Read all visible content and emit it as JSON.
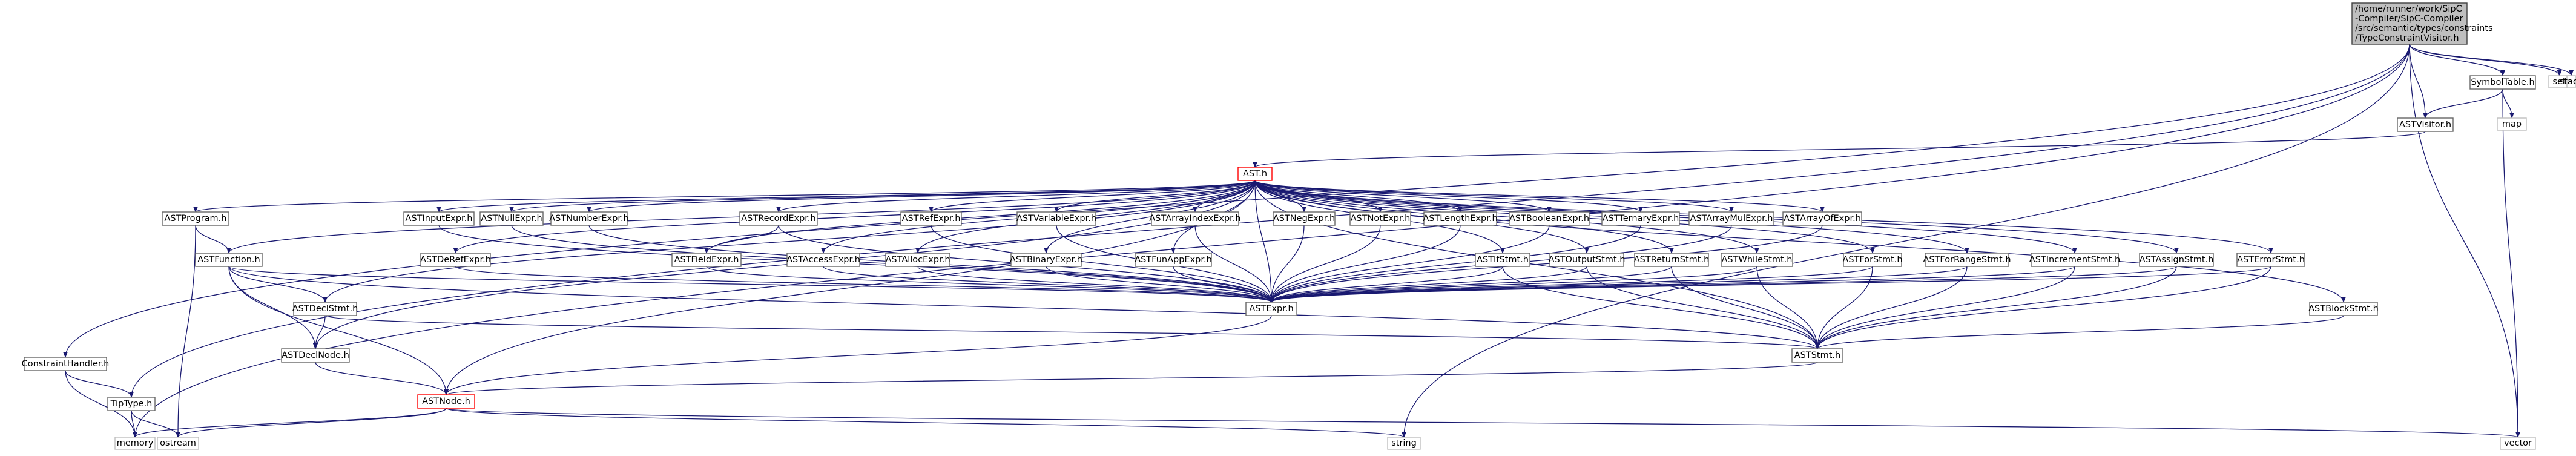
{
  "diagram": {
    "type": "include-dependency-graph",
    "root": "n0",
    "nodes": [
      {
        "id": "n0",
        "lines": [
          "/home/runner/work/SipC",
          "-Compiler/SipC-Compiler",
          "/src/semantic/types/constraints",
          "/TypeConstraintVisitor.h"
        ],
        "style": "root"
      },
      {
        "id": "memory",
        "lines": [
          "memory"
        ],
        "style": "grey"
      },
      {
        "id": "ConstraintHandler",
        "lines": [
          "ConstraintHandler.h"
        ],
        "style": "normal"
      },
      {
        "id": "TipType",
        "lines": [
          "TipType.h"
        ],
        "style": "normal"
      },
      {
        "id": "ostream",
        "lines": [
          "ostream"
        ],
        "style": "grey"
      },
      {
        "id": "ASTVisitor",
        "lines": [
          "ASTVisitor.h"
        ],
        "style": "normal"
      },
      {
        "id": "AST",
        "lines": [
          "AST.h"
        ],
        "style": "red"
      },
      {
        "id": "SymbolTable",
        "lines": [
          "SymbolTable.h"
        ],
        "style": "normal"
      },
      {
        "id": "set",
        "lines": [
          "set"
        ],
        "style": "grey"
      },
      {
        "id": "stack",
        "lines": [
          "stack"
        ],
        "style": "grey"
      },
      {
        "id": "map",
        "lines": [
          "map"
        ],
        "style": "grey"
      },
      {
        "id": "string",
        "lines": [
          "string"
        ],
        "style": "grey"
      },
      {
        "id": "vector",
        "lines": [
          "vector"
        ],
        "style": "grey"
      },
      {
        "id": "ASTProgram",
        "lines": [
          "ASTProgram.h"
        ],
        "style": "normal"
      },
      {
        "id": "ASTFunction",
        "lines": [
          "ASTFunction.h"
        ],
        "style": "normal"
      },
      {
        "id": "ASTDeclStmt",
        "lines": [
          "ASTDeclStmt.h"
        ],
        "style": "normal"
      },
      {
        "id": "ASTDeclNode",
        "lines": [
          "ASTDeclNode.h"
        ],
        "style": "normal"
      },
      {
        "id": "ASTNode",
        "lines": [
          "ASTNode.h"
        ],
        "style": "red"
      },
      {
        "id": "ASTInputExpr",
        "lines": [
          "ASTInputExpr.h"
        ],
        "style": "normal"
      },
      {
        "id": "ASTDeRefExpr",
        "lines": [
          "ASTDeRefExpr.h"
        ],
        "style": "normal"
      },
      {
        "id": "ASTNullExpr",
        "lines": [
          "ASTNullExpr.h"
        ],
        "style": "normal"
      },
      {
        "id": "ASTNumberExpr",
        "lines": [
          "ASTNumberExpr.h"
        ],
        "style": "normal"
      },
      {
        "id": "ASTRecordExpr",
        "lines": [
          "ASTRecordExpr.h"
        ],
        "style": "normal"
      },
      {
        "id": "ASTFieldExpr",
        "lines": [
          "ASTFieldExpr.h"
        ],
        "style": "normal"
      },
      {
        "id": "ASTAccessExpr",
        "lines": [
          "ASTAccessExpr.h"
        ],
        "style": "normal"
      },
      {
        "id": "ASTRefExpr",
        "lines": [
          "ASTRefExpr.h"
        ],
        "style": "normal"
      },
      {
        "id": "ASTAllocExpr",
        "lines": [
          "ASTAllocExpr.h"
        ],
        "style": "normal"
      },
      {
        "id": "ASTVariableExpr",
        "lines": [
          "ASTVariableExpr.h"
        ],
        "style": "normal"
      },
      {
        "id": "ASTBinaryExpr",
        "lines": [
          "ASTBinaryExpr.h"
        ],
        "style": "normal"
      },
      {
        "id": "ASTArrayIndexExpr",
        "lines": [
          "ASTArrayIndexExpr.h"
        ],
        "style": "normal"
      },
      {
        "id": "ASTFunAppExpr",
        "lines": [
          "ASTFunAppExpr.h"
        ],
        "style": "normal"
      },
      {
        "id": "ASTNegExpr",
        "lines": [
          "ASTNegExpr.h"
        ],
        "style": "normal"
      },
      {
        "id": "ASTNotExpr",
        "lines": [
          "ASTNotExpr.h"
        ],
        "style": "normal"
      },
      {
        "id": "ASTLengthExpr",
        "lines": [
          "ASTLengthExpr.h"
        ],
        "style": "normal"
      },
      {
        "id": "ASTBooleanExpr",
        "lines": [
          "ASTBooleanExpr.h"
        ],
        "style": "normal"
      },
      {
        "id": "ASTTernaryExpr",
        "lines": [
          "ASTTernaryExpr.h"
        ],
        "style": "normal"
      },
      {
        "id": "ASTArrayMulExpr",
        "lines": [
          "ASTArrayMulExpr.h"
        ],
        "style": "normal"
      },
      {
        "id": "ASTArrayOfExpr",
        "lines": [
          "ASTArrayOfExpr.h"
        ],
        "style": "normal"
      },
      {
        "id": "ASTIfStmt",
        "lines": [
          "ASTIfStmt.h"
        ],
        "style": "normal"
      },
      {
        "id": "ASTOutputStmt",
        "lines": [
          "ASTOutputStmt.h"
        ],
        "style": "normal"
      },
      {
        "id": "ASTReturnStmt",
        "lines": [
          "ASTReturnStmt.h"
        ],
        "style": "normal"
      },
      {
        "id": "ASTWhileStmt",
        "lines": [
          "ASTWhileStmt.h"
        ],
        "style": "normal"
      },
      {
        "id": "ASTForStmt",
        "lines": [
          "ASTForStmt.h"
        ],
        "style": "normal"
      },
      {
        "id": "ASTForRangeStmt",
        "lines": [
          "ASTForRangeStmt.h"
        ],
        "style": "normal"
      },
      {
        "id": "ASTIncrementStmt",
        "lines": [
          "ASTIncrementStmt.h"
        ],
        "style": "normal"
      },
      {
        "id": "ASTAssignStmt",
        "lines": [
          "ASTAssignStmt.h"
        ],
        "style": "normal"
      },
      {
        "id": "ASTErrorStmt",
        "lines": [
          "ASTErrorStmt.h"
        ],
        "style": "normal"
      },
      {
        "id": "ASTBlockStmt",
        "lines": [
          "ASTBlockStmt.h"
        ],
        "style": "normal"
      },
      {
        "id": "ASTExpr",
        "lines": [
          "ASTExpr.h"
        ],
        "style": "normal"
      },
      {
        "id": "ASTStmt",
        "lines": [
          "ASTStmt.h"
        ],
        "style": "normal"
      }
    ],
    "edges": [
      [
        "n0",
        "memory"
      ],
      [
        "n0",
        "ConstraintHandler"
      ],
      [
        "n0",
        "TipType"
      ],
      [
        "n0",
        "ASTVisitor"
      ],
      [
        "n0",
        "SymbolTable"
      ],
      [
        "n0",
        "set"
      ],
      [
        "n0",
        "stack"
      ],
      [
        "n0",
        "string"
      ],
      [
        "n0",
        "vector"
      ],
      [
        "ConstraintHandler",
        "memory"
      ],
      [
        "ConstraintHandler",
        "TipType"
      ],
      [
        "TipType",
        "memory"
      ],
      [
        "TipType",
        "ostream"
      ],
      [
        "SymbolTable",
        "ASTVisitor"
      ],
      [
        "SymbolTable",
        "map"
      ],
      [
        "SymbolTable",
        "vector"
      ],
      [
        "ASTVisitor",
        "AST"
      ],
      [
        "AST",
        "ASTProgram"
      ],
      [
        "AST",
        "ASTFunction"
      ],
      [
        "AST",
        "ASTDeclStmt"
      ],
      [
        "AST",
        "ASTDeclNode"
      ],
      [
        "AST",
        "ASTNode"
      ],
      [
        "AST",
        "ASTInputExpr"
      ],
      [
        "AST",
        "ASTDeRefExpr"
      ],
      [
        "AST",
        "ASTNullExpr"
      ],
      [
        "AST",
        "ASTNumberExpr"
      ],
      [
        "AST",
        "ASTRecordExpr"
      ],
      [
        "AST",
        "ASTFieldExpr"
      ],
      [
        "AST",
        "ASTAccessExpr"
      ],
      [
        "AST",
        "ASTRefExpr"
      ],
      [
        "AST",
        "ASTAllocExpr"
      ],
      [
        "AST",
        "ASTVariableExpr"
      ],
      [
        "AST",
        "ASTBinaryExpr"
      ],
      [
        "AST",
        "ASTArrayIndexExpr"
      ],
      [
        "AST",
        "ASTFunAppExpr"
      ],
      [
        "AST",
        "ASTNegExpr"
      ],
      [
        "AST",
        "ASTNotExpr"
      ],
      [
        "AST",
        "ASTLengthExpr"
      ],
      [
        "AST",
        "ASTBooleanExpr"
      ],
      [
        "AST",
        "ASTTernaryExpr"
      ],
      [
        "AST",
        "ASTArrayMulExpr"
      ],
      [
        "AST",
        "ASTArrayOfExpr"
      ],
      [
        "AST",
        "ASTIfStmt"
      ],
      [
        "AST",
        "ASTOutputStmt"
      ],
      [
        "AST",
        "ASTReturnStmt"
      ],
      [
        "AST",
        "ASTWhileStmt"
      ],
      [
        "AST",
        "ASTForStmt"
      ],
      [
        "AST",
        "ASTForRangeStmt"
      ],
      [
        "AST",
        "ASTIncrementStmt"
      ],
      [
        "AST",
        "ASTAssignStmt"
      ],
      [
        "AST",
        "ASTErrorStmt"
      ],
      [
        "AST",
        "ASTBlockStmt"
      ],
      [
        "AST",
        "ASTExpr"
      ],
      [
        "AST",
        "ASTStmt"
      ],
      [
        "ASTProgram",
        "ASTFunction"
      ],
      [
        "ASTProgram",
        "ostream"
      ],
      [
        "ASTFunction",
        "ASTDeclStmt"
      ],
      [
        "ASTFunction",
        "ASTDeclNode"
      ],
      [
        "ASTFunction",
        "ASTNode"
      ],
      [
        "ASTFunction",
        "ASTExpr"
      ],
      [
        "ASTFunction",
        "ASTStmt"
      ],
      [
        "ASTDeclStmt",
        "ASTDeclNode"
      ],
      [
        "ASTDeclStmt",
        "ASTStmt"
      ],
      [
        "ASTDeclNode",
        "ASTNode"
      ],
      [
        "ASTNode",
        "memory"
      ],
      [
        "ASTNode",
        "ostream"
      ],
      [
        "ASTNode",
        "string"
      ],
      [
        "ASTNode",
        "vector"
      ],
      [
        "ASTInputExpr",
        "ASTExpr"
      ],
      [
        "ASTDeRefExpr",
        "ASTExpr"
      ],
      [
        "ASTNullExpr",
        "ASTExpr"
      ],
      [
        "ASTNumberExpr",
        "ASTExpr"
      ],
      [
        "ASTRecordExpr",
        "ASTFieldExpr"
      ],
      [
        "ASTRecordExpr",
        "ASTExpr"
      ],
      [
        "ASTFieldExpr",
        "ASTExpr"
      ],
      [
        "ASTAccessExpr",
        "ASTExpr"
      ],
      [
        "ASTRefExpr",
        "ASTExpr"
      ],
      [
        "ASTAllocExpr",
        "ASTExpr"
      ],
      [
        "ASTVariableExpr",
        "ASTExpr"
      ],
      [
        "ASTBinaryExpr",
        "ASTExpr"
      ],
      [
        "ASTArrayIndexExpr",
        "ASTExpr"
      ],
      [
        "ASTFunAppExpr",
        "ASTExpr"
      ],
      [
        "ASTNegExpr",
        "ASTExpr"
      ],
      [
        "ASTNotExpr",
        "ASTExpr"
      ],
      [
        "ASTLengthExpr",
        "ASTExpr"
      ],
      [
        "ASTBooleanExpr",
        "ASTExpr"
      ],
      [
        "ASTTernaryExpr",
        "ASTExpr"
      ],
      [
        "ASTArrayMulExpr",
        "ASTExpr"
      ],
      [
        "ASTArrayOfExpr",
        "ASTExpr"
      ],
      [
        "ASTIfStmt",
        "ASTExpr"
      ],
      [
        "ASTIfStmt",
        "ASTStmt"
      ],
      [
        "ASTOutputStmt",
        "ASTExpr"
      ],
      [
        "ASTOutputStmt",
        "ASTStmt"
      ],
      [
        "ASTReturnStmt",
        "ASTExpr"
      ],
      [
        "ASTReturnStmt",
        "ASTStmt"
      ],
      [
        "ASTWhileStmt",
        "ASTExpr"
      ],
      [
        "ASTWhileStmt",
        "ASTStmt"
      ],
      [
        "ASTForStmt",
        "ASTExpr"
      ],
      [
        "ASTForStmt",
        "ASTStmt"
      ],
      [
        "ASTForRangeStmt",
        "ASTExpr"
      ],
      [
        "ASTForRangeStmt",
        "ASTStmt"
      ],
      [
        "ASTIncrementStmt",
        "ASTExpr"
      ],
      [
        "ASTIncrementStmt",
        "ASTStmt"
      ],
      [
        "ASTAssignStmt",
        "ASTExpr"
      ],
      [
        "ASTAssignStmt",
        "ASTStmt"
      ],
      [
        "ASTErrorStmt",
        "ASTExpr"
      ],
      [
        "ASTErrorStmt",
        "ASTStmt"
      ],
      [
        "ASTBlockStmt",
        "ASTStmt"
      ],
      [
        "ASTExpr",
        "ASTNode"
      ],
      [
        "ASTStmt",
        "ASTNode"
      ]
    ]
  }
}
